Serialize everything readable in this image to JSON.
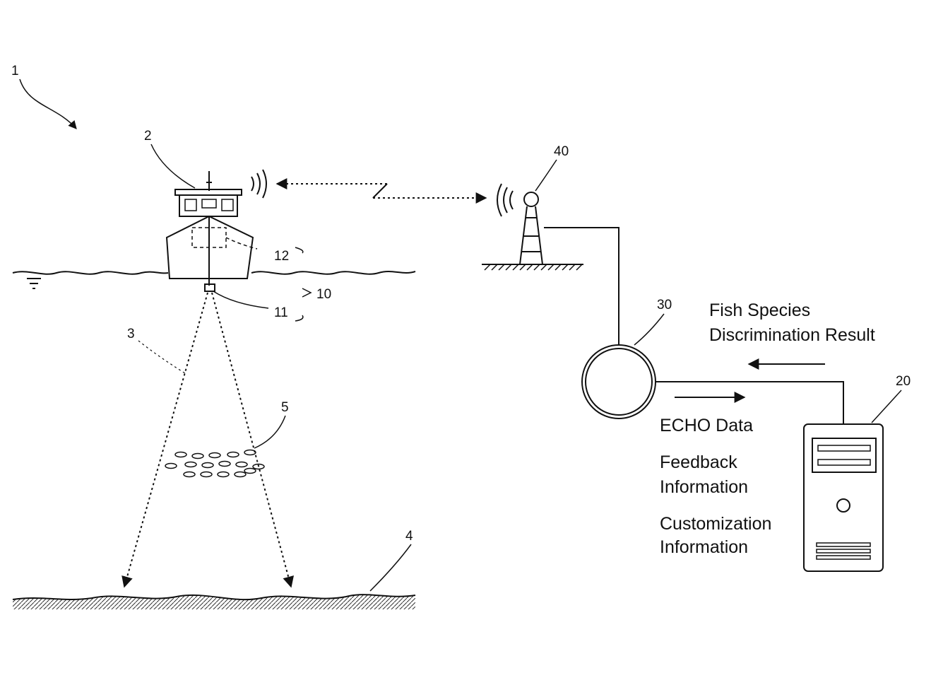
{
  "refs": {
    "system": "1",
    "ship": "2",
    "beam": "3",
    "seabed": "4",
    "fish_school": "5",
    "fish_finder": "10",
    "transducer": "11",
    "ship_unit": "12",
    "server": "20",
    "network": "30",
    "antenna_tower": "40"
  },
  "labels": {
    "result_line1": "Fish Species",
    "result_line2": "Discrimination Result",
    "echo": "ECHO Data",
    "feedback_line1": "Feedback",
    "feedback_line2": "Information",
    "custom_line1": "Customization",
    "custom_line2": "Information"
  }
}
